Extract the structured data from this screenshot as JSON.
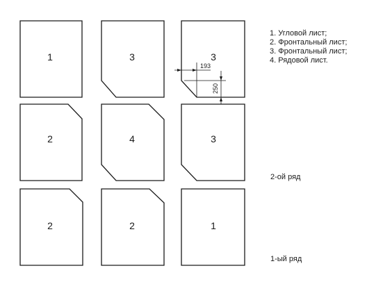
{
  "legend": {
    "items": [
      "1. Угловой лист;",
      "2. Фронтальный лист;",
      "3. Фронтальный лист;",
      "4. Рядовой лист."
    ]
  },
  "rows": {
    "second": "2-ой ряд",
    "first": "1-ый ряд"
  },
  "sheets": [
    {
      "label": "1",
      "cut": "none"
    },
    {
      "label": "3",
      "cut": "bottom-left"
    },
    {
      "label": "3",
      "cut": "bottom-left",
      "dimensioned": true
    },
    {
      "label": "2",
      "cut": "top-right"
    },
    {
      "label": "4",
      "cut": "top-right-bottom-left"
    },
    {
      "label": "3",
      "cut": "bottom-left"
    },
    {
      "label": "2",
      "cut": "top-right"
    },
    {
      "label": "2",
      "cut": "top-right"
    },
    {
      "label": "1",
      "cut": "none"
    }
  ],
  "dimensions": {
    "horizontal": "193",
    "vertical": "250"
  }
}
